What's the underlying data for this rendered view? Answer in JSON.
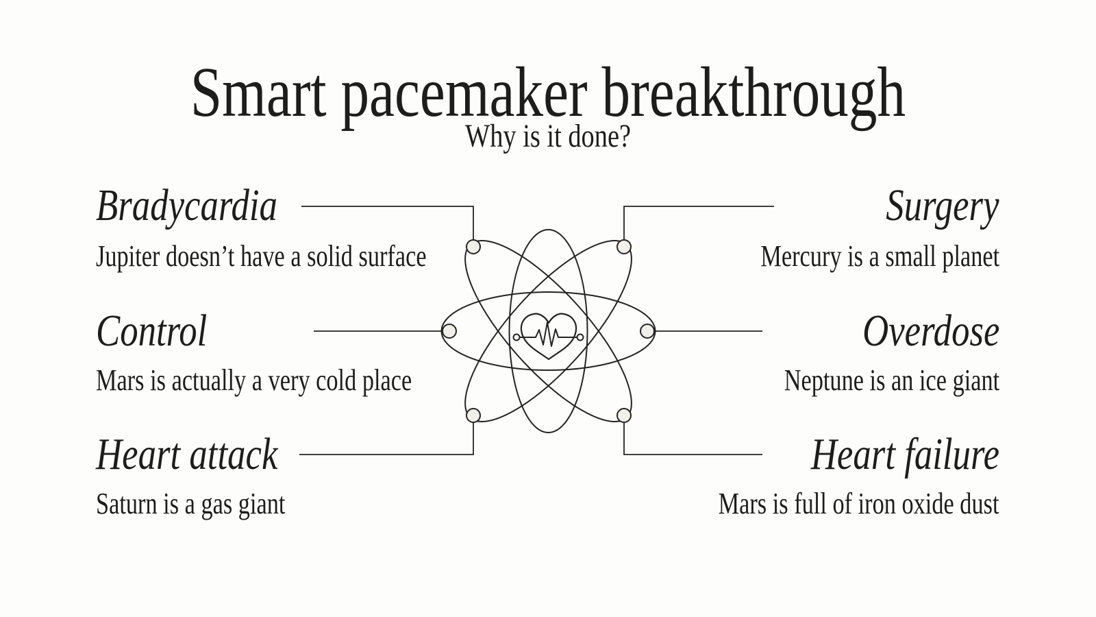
{
  "page": {
    "background_color": "#fdfdfc",
    "ink_color": "#232323",
    "node_fill_color": "#f0efe9"
  },
  "header": {
    "title": "Smart pacemaker breakthrough",
    "subtitle": "Why is it done?"
  },
  "items": [
    {
      "id": "bradycardia",
      "side": "left",
      "label": "Bradycardia",
      "description": "Jupiter doesn’t have a solid surface"
    },
    {
      "id": "control",
      "side": "left",
      "label": "Control",
      "description": "Mars is actually a very cold place"
    },
    {
      "id": "heart-attack",
      "side": "left",
      "label": "Heart attack",
      "description": "Saturn is a gas giant"
    },
    {
      "id": "surgery",
      "side": "right",
      "label": "Surgery",
      "description": "Mercury is a small planet"
    },
    {
      "id": "overdose",
      "side": "right",
      "label": "Overdose",
      "description": "Neptune is an ice giant"
    },
    {
      "id": "heart-failure",
      "side": "right",
      "label": "Heart failure",
      "description": "Mars is full of iron oxide dust"
    }
  ],
  "center_graphic": {
    "icon": "atom-orbits-with-heart-ecg",
    "orbit_count": 4,
    "electron_node_count": 6
  }
}
